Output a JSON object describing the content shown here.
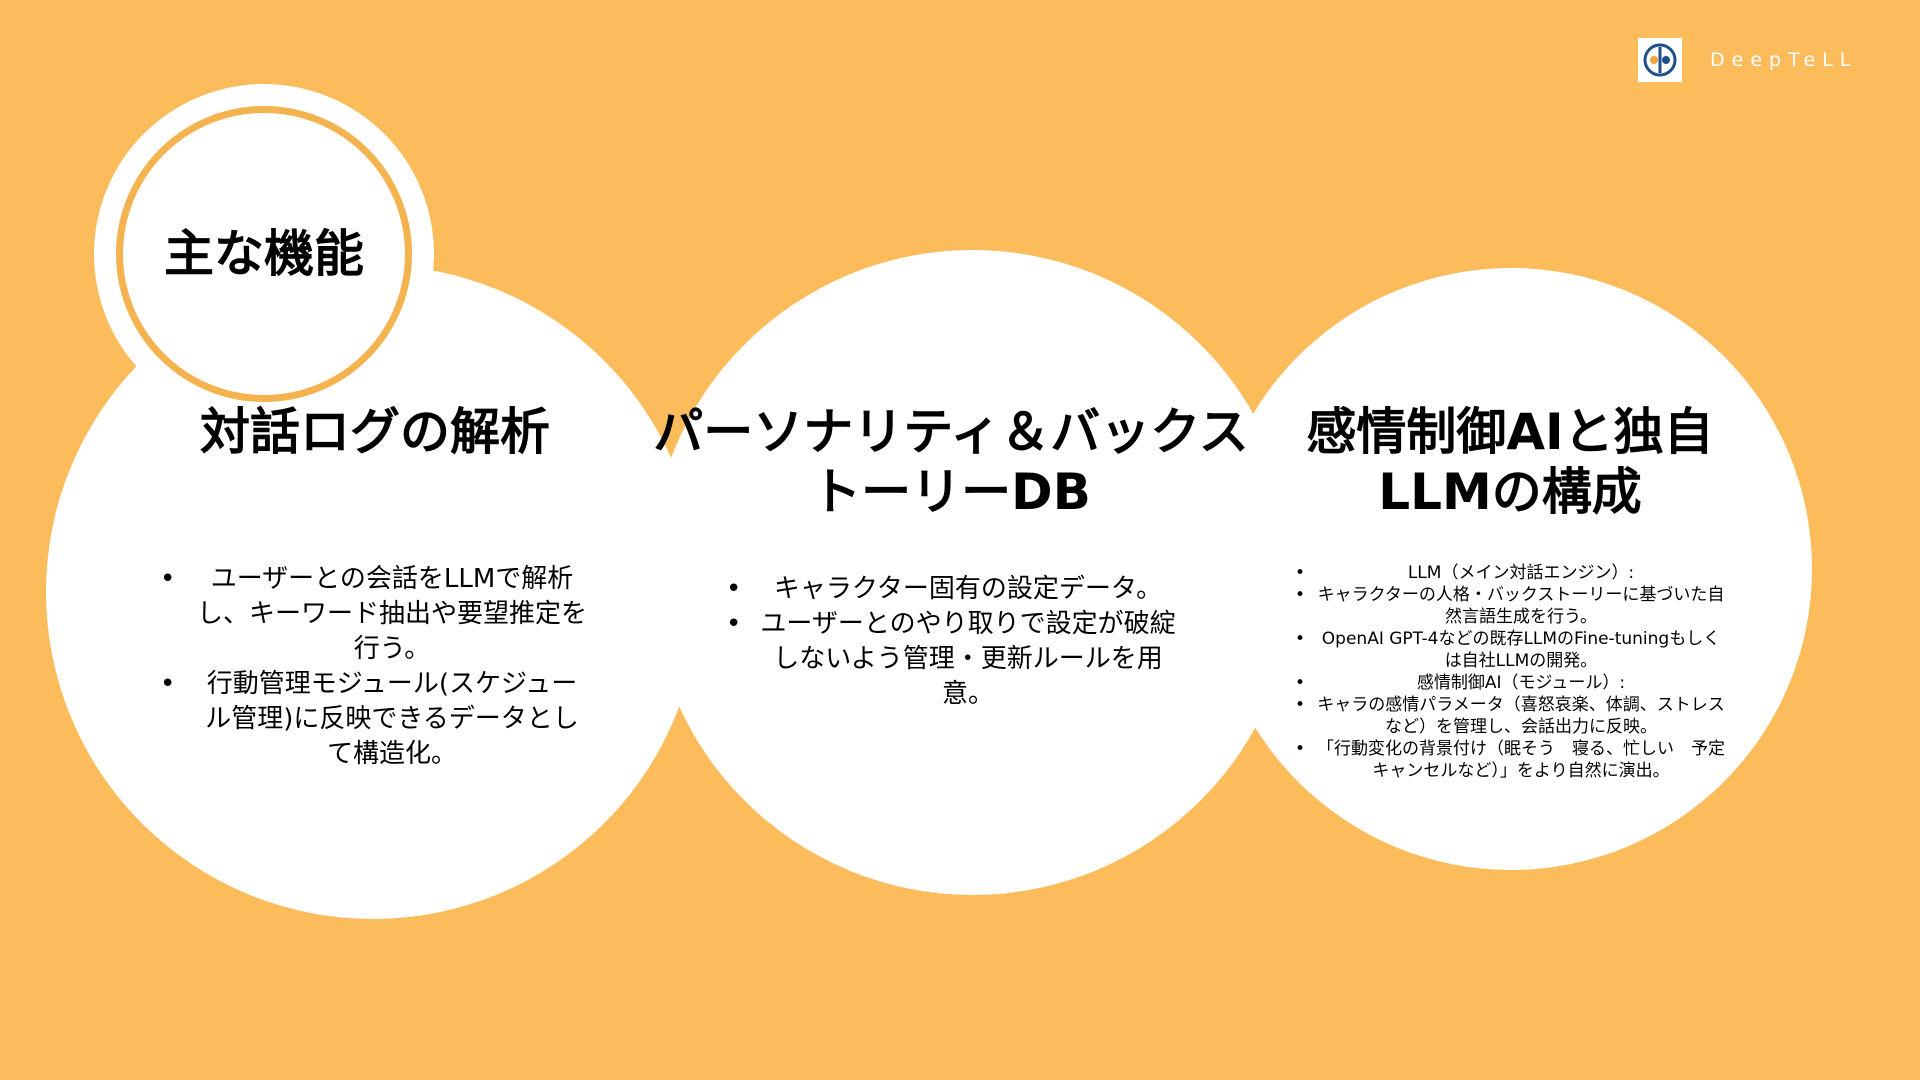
{
  "brand": {
    "name": "DeepTeLL",
    "colors": {
      "background": "#FDBC5C",
      "ring": "#F4B34F",
      "logo_blue": "#1F4E8C",
      "logo_orange": "#F2A33C"
    }
  },
  "badge": {
    "title": "主な機能"
  },
  "sections": [
    {
      "heading": "対話ログの解析",
      "bullets": [
        "ユーザーとの会話をLLMで解析し、キーワード抽出や要望推定を行う。",
        "行動管理モジュール(スケジュール管理)に反映できるデータとして構造化。"
      ]
    },
    {
      "heading": "パーソナリティ＆バックストーリーDB",
      "bullets": [
        "キャラクター固有の設定データ。",
        "ユーザーとのやり取りで設定が破綻しないよう管理・更新ルールを用意。"
      ]
    },
    {
      "heading": "感情制御AIと独自LLMの構成",
      "bullets": [
        "LLM（メイン対話エンジン）:",
        "キャラクターの人格・バックストーリーに基づいた自然言語生成を行う。",
        "OpenAI GPT-4などの既存LLMのFine-tuningもしくは自社LLMの開発。",
        "感情制御AI（モジュール）:",
        "キャラの感情パラメータ（喜怒哀楽、体調、ストレスなど）を管理し、会話出力に反映。",
        "「行動変化の背景付け（眠そう　寝る、忙しい　予定キャンセルなど）」をより自然に演出。"
      ]
    }
  ]
}
